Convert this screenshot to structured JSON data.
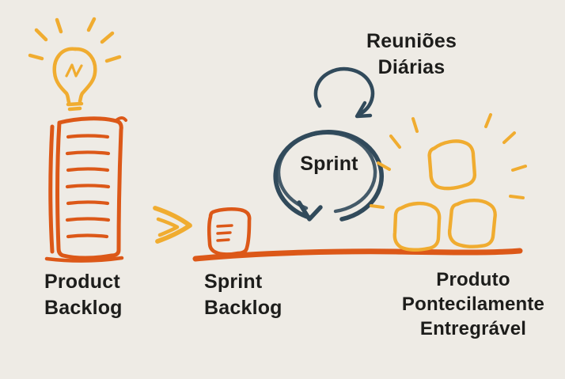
{
  "title": "Scrum process hand-drawn diagram",
  "colors": {
    "bg": "#eeebe5",
    "orange": "#dc5818",
    "yellow": "#f0ac30",
    "navy": "#314a5b",
    "text": "#1d1d1b"
  },
  "labels": {
    "product_backlog": "Product\nBacklog",
    "sprint_backlog": "Sprint\nBacklog",
    "daily_meetings": "Reuniões\nDiárias",
    "sprint": "Sprint",
    "deliverable_product": "Produto\nPontecilamente\nEntregrável"
  },
  "icons": [
    "lightbulb-icon",
    "product-backlog-document-icon",
    "flow-arrow-icon",
    "sprint-backlog-card-icon",
    "ground-line",
    "sprint-loop-icon",
    "daily-meetings-loop-icon",
    "deliverable-cubes-icon",
    "sparkle-rays-icon"
  ]
}
